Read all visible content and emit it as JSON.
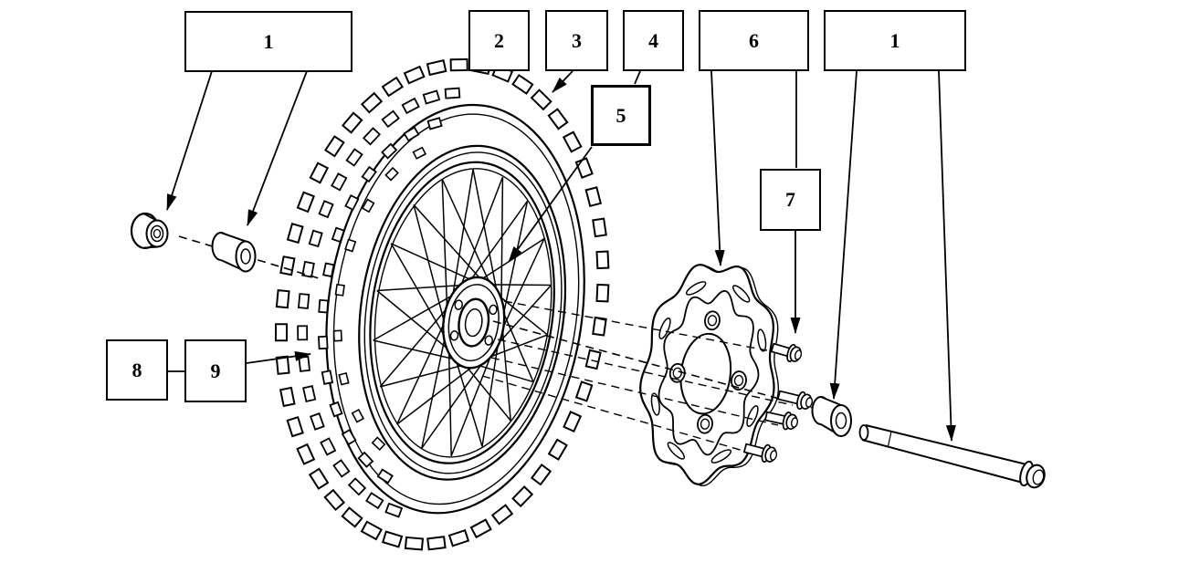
{
  "callouts": [
    {
      "id": "callout-1-left",
      "label": "1"
    },
    {
      "id": "callout-2",
      "label": "2"
    },
    {
      "id": "callout-3",
      "label": "3"
    },
    {
      "id": "callout-4",
      "label": "4"
    },
    {
      "id": "callout-5",
      "label": "5"
    },
    {
      "id": "callout-6",
      "label": "6"
    },
    {
      "id": "callout-7",
      "label": "7"
    },
    {
      "id": "callout-1-right",
      "label": "1"
    },
    {
      "id": "callout-8",
      "label": "8"
    },
    {
      "id": "callout-9",
      "label": "9"
    }
  ],
  "colors": {
    "line": "#000000",
    "background": "#ffffff"
  }
}
